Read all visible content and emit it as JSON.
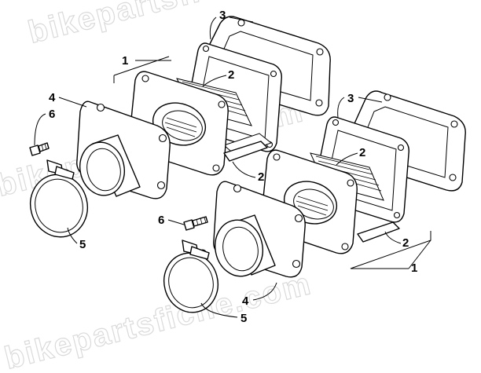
{
  "watermark": "bikepartsfiche.com",
  "callouts": {
    "c1a": "1",
    "c1b": "1",
    "c2a": "2",
    "c2b": "2",
    "c2c": "2",
    "c2d": "2",
    "c3a": "3",
    "c3b": "3",
    "c4a": "4",
    "c4b": "4",
    "c5a": "5",
    "c5b": "5",
    "c6a": "6",
    "c6b": "6"
  },
  "colors": {
    "ink": "#000000",
    "paper": "#ffffff",
    "watermark": "#d6d6d6"
  }
}
